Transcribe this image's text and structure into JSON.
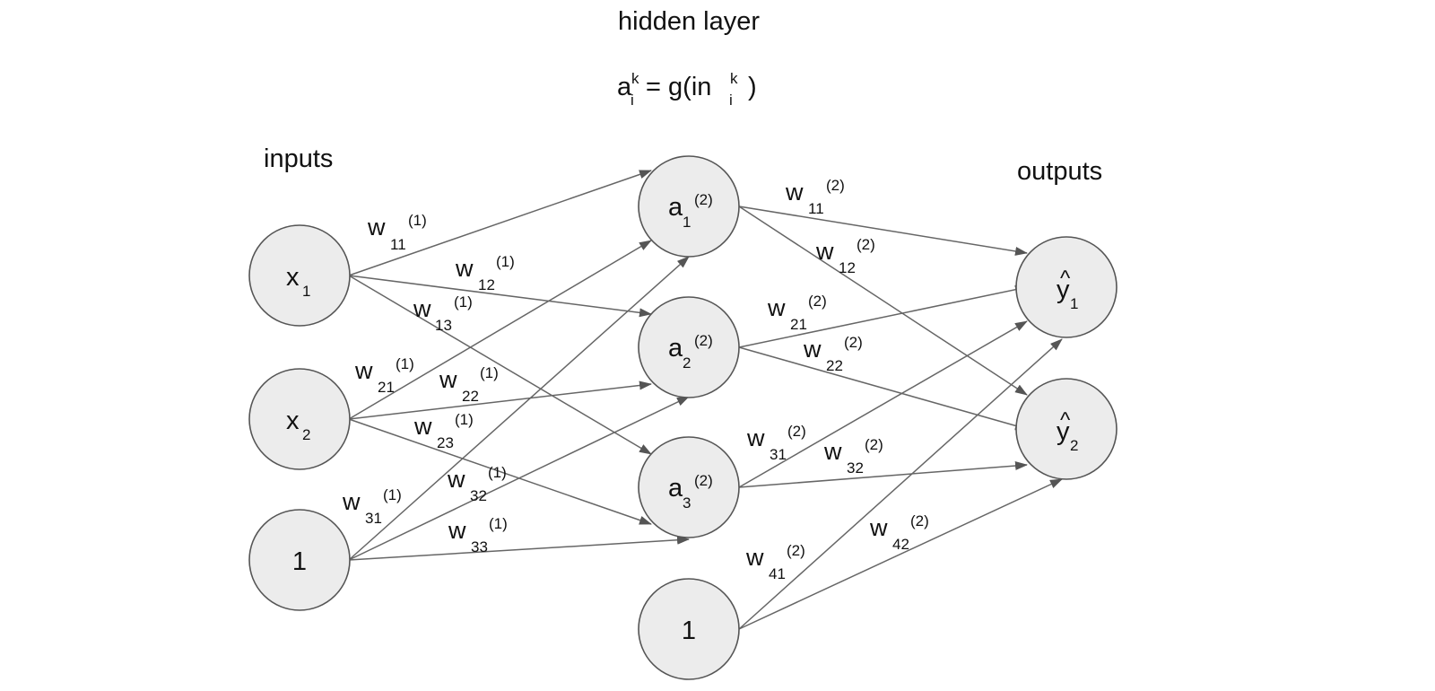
{
  "title": "hidden layer",
  "formula": {
    "lhs_base": "a",
    "lhs_sup": "k",
    "lhs_sub": "i",
    "equals": " = g(in",
    "rhs_sup": "k",
    "rhs_sub": "i",
    "close": " )"
  },
  "labels": {
    "inputs": "inputs",
    "outputs": "outputs"
  },
  "nodes": {
    "x1": {
      "base": "x",
      "sub": "1"
    },
    "x2": {
      "base": "x",
      "sub": "2"
    },
    "bias_in": {
      "base": "1"
    },
    "a1": {
      "base": "a",
      "sub": "1",
      "sup": "(2)"
    },
    "a2": {
      "base": "a",
      "sub": "2",
      "sup": "(2)"
    },
    "a3": {
      "base": "a",
      "sub": "3",
      "sup": "(2)"
    },
    "bias_hidden": {
      "base": "1"
    },
    "y1": {
      "base": "y",
      "hat": "^",
      "sub": "1"
    },
    "y2": {
      "base": "y",
      "hat": "^",
      "sub": "2"
    }
  },
  "weights": {
    "w11_1": {
      "base": "w",
      "sub": "11",
      "sup": "(1)"
    },
    "w12_1": {
      "base": "w",
      "sub": "12",
      "sup": "(1)"
    },
    "w13_1": {
      "base": "w",
      "sub": "13",
      "sup": "(1)"
    },
    "w21_1": {
      "base": "w",
      "sub": "21",
      "sup": "(1)"
    },
    "w22_1": {
      "base": "w",
      "sub": "22",
      "sup": "(1)"
    },
    "w23_1": {
      "base": "w",
      "sub": "23",
      "sup": "(1)"
    },
    "w31_1": {
      "base": "w",
      "sub": "31",
      "sup": "(1)"
    },
    "w32_1": {
      "base": "w",
      "sub": "32",
      "sup": "(1)"
    },
    "w33_1": {
      "base": "w",
      "sub": "33",
      "sup": "(1)"
    },
    "w11_2": {
      "base": "w",
      "sub": "11",
      "sup": "(2)"
    },
    "w12_2": {
      "base": "w",
      "sub": "12",
      "sup": "(2)"
    },
    "w21_2": {
      "base": "w",
      "sub": "21",
      "sup": "(2)"
    },
    "w22_2": {
      "base": "w",
      "sub": "22",
      "sup": "(2)"
    },
    "w31_2": {
      "base": "w",
      "sub": "31",
      "sup": "(2)"
    },
    "w32_2": {
      "base": "w",
      "sub": "32",
      "sup": "(2)"
    },
    "w41_2": {
      "base": "w",
      "sub": "41",
      "sup": "(2)"
    },
    "w42_2": {
      "base": "w",
      "sub": "42",
      "sup": "(2)"
    }
  },
  "colors": {
    "node_fill": "#ececec",
    "node_stroke": "#555555",
    "edge": "#666666",
    "text": "#111111"
  }
}
